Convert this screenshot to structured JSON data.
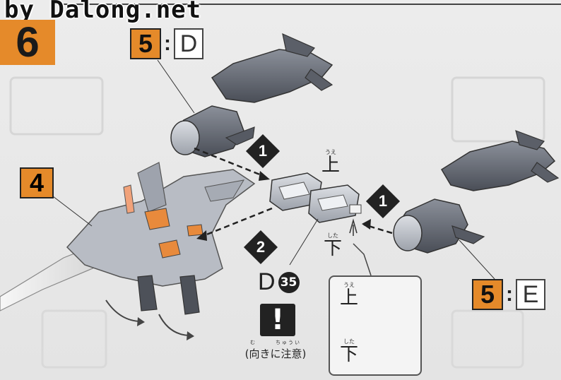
{
  "watermark": "by Dalong.net",
  "step_number": "6",
  "part_tags": [
    {
      "number": "5",
      "colon": ":",
      "letter": "D"
    },
    {
      "number": "5",
      "colon": ":",
      "letter": "E"
    }
  ],
  "part_tag_4": "4",
  "direction": {
    "up": "上",
    "up_ruby": "うえ",
    "down": "下",
    "down_ruby": "した"
  },
  "part_label": {
    "letter": "D",
    "number": "35"
  },
  "caution": {
    "mark": "!",
    "note": "(向きに注意)",
    "ruby": "む　　　ちゅうい"
  },
  "step_badges": [
    "1",
    "1",
    "2"
  ],
  "colors": {
    "orange": "#e58a2a",
    "dark": "#222222",
    "part_grey": "#6e7480",
    "part_light": "#a9afba"
  }
}
